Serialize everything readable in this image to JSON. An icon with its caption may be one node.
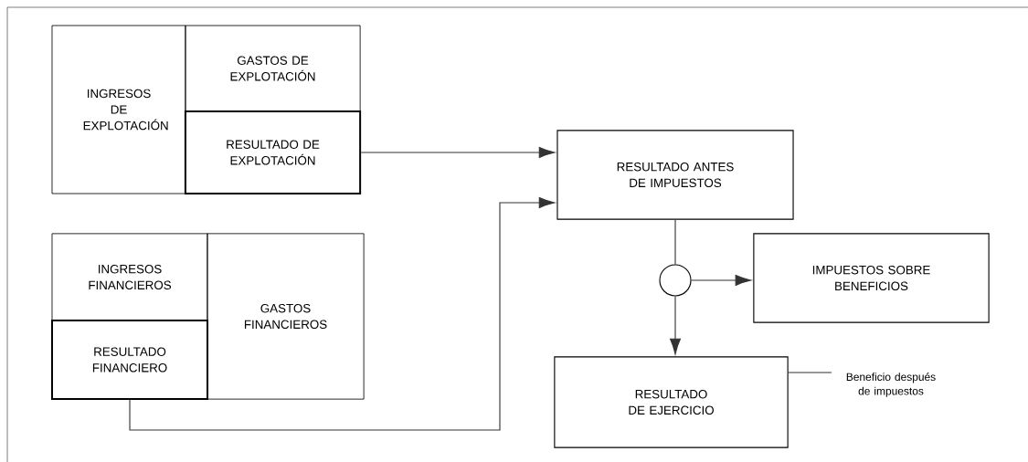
{
  "diagram": {
    "nodes": [
      {
        "text": [
          "INGRESOS DE EXPLOTACIÓN"
        ]
      },
      {
        "text": [
          "GASTOS DE EXPLOTACIÓN"
        ]
      },
      {
        "text": [
          "RESULTADO DE EXPLOTACIÓN"
        ]
      },
      {
        "text": [
          "INGRESOS FINANCIEROS"
        ]
      },
      {
        "text": [
          "GASTOS FINANCIEROS"
        ]
      },
      {
        "text": [
          "RESULTADO FINANCIERO"
        ]
      },
      {
        "text": [
          "RESULTADO ANTES DE IMPUESTOS"
        ]
      },
      {
        "text": [],
        "shape": "circle"
      },
      {
        "text": [
          "IMPUESTOS SOBRE BENEFICIOS"
        ]
      },
      {
        "text": [
          "RESULTADO DE EJERCICIO"
        ]
      },
      {
        "text": [
          "Beneficio después de impuestos"
        ]
      }
    ],
    "edges": [
      {
        "from": 2,
        "to": 6,
        "arrow": "to"
      },
      {
        "from": 5,
        "to": 6,
        "arrow": "to"
      },
      {
        "from": 6,
        "to": 7,
        "arrow": "none"
      },
      {
        "from": 7,
        "to": 8,
        "arrow": "to"
      },
      {
        "from": 7,
        "to": 9,
        "arrow": "to"
      },
      {
        "from": 10,
        "to": 9,
        "arrow": "none"
      }
    ]
  }
}
